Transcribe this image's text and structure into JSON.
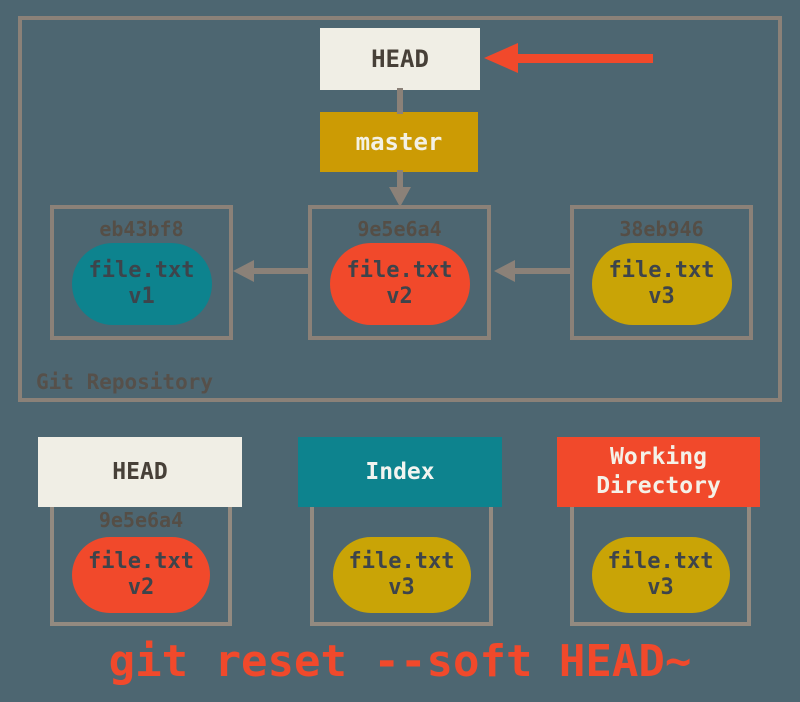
{
  "diagram": {
    "repository": {
      "label": "Git Repository",
      "head_label": "HEAD",
      "branch_label": "master",
      "commits": [
        {
          "hash": "eb43bf8",
          "file": "file.txt",
          "version": "v1",
          "color": "teal"
        },
        {
          "hash": "9e5e6a4",
          "file": "file.txt",
          "version": "v2",
          "color": "red"
        },
        {
          "hash": "38eb946",
          "file": "file.txt",
          "version": "v3",
          "color": "gold"
        }
      ]
    },
    "areas": [
      {
        "title": "HEAD",
        "hash": "9e5e6a4",
        "file": "file.txt",
        "version": "v2",
        "color": "red"
      },
      {
        "title": "Index",
        "file": "file.txt",
        "version": "v3",
        "color": "gold"
      },
      {
        "title": "Working Directory",
        "file": "file.txt",
        "version": "v3",
        "color": "gold"
      }
    ],
    "command": "git reset --soft HEAD~",
    "colors": {
      "background": "#4D6671",
      "box_border": "#8B8178",
      "cream": "#F0EEE5",
      "gold": "#CC9B04",
      "gold_pill": "#C9A406",
      "teal": "#0D838E",
      "red": "#F1492B",
      "gray_arrow": "#8B8178",
      "hash_text": "#554E46",
      "pill_text": "#3D444B",
      "repo_label_text": "#56504A"
    }
  }
}
